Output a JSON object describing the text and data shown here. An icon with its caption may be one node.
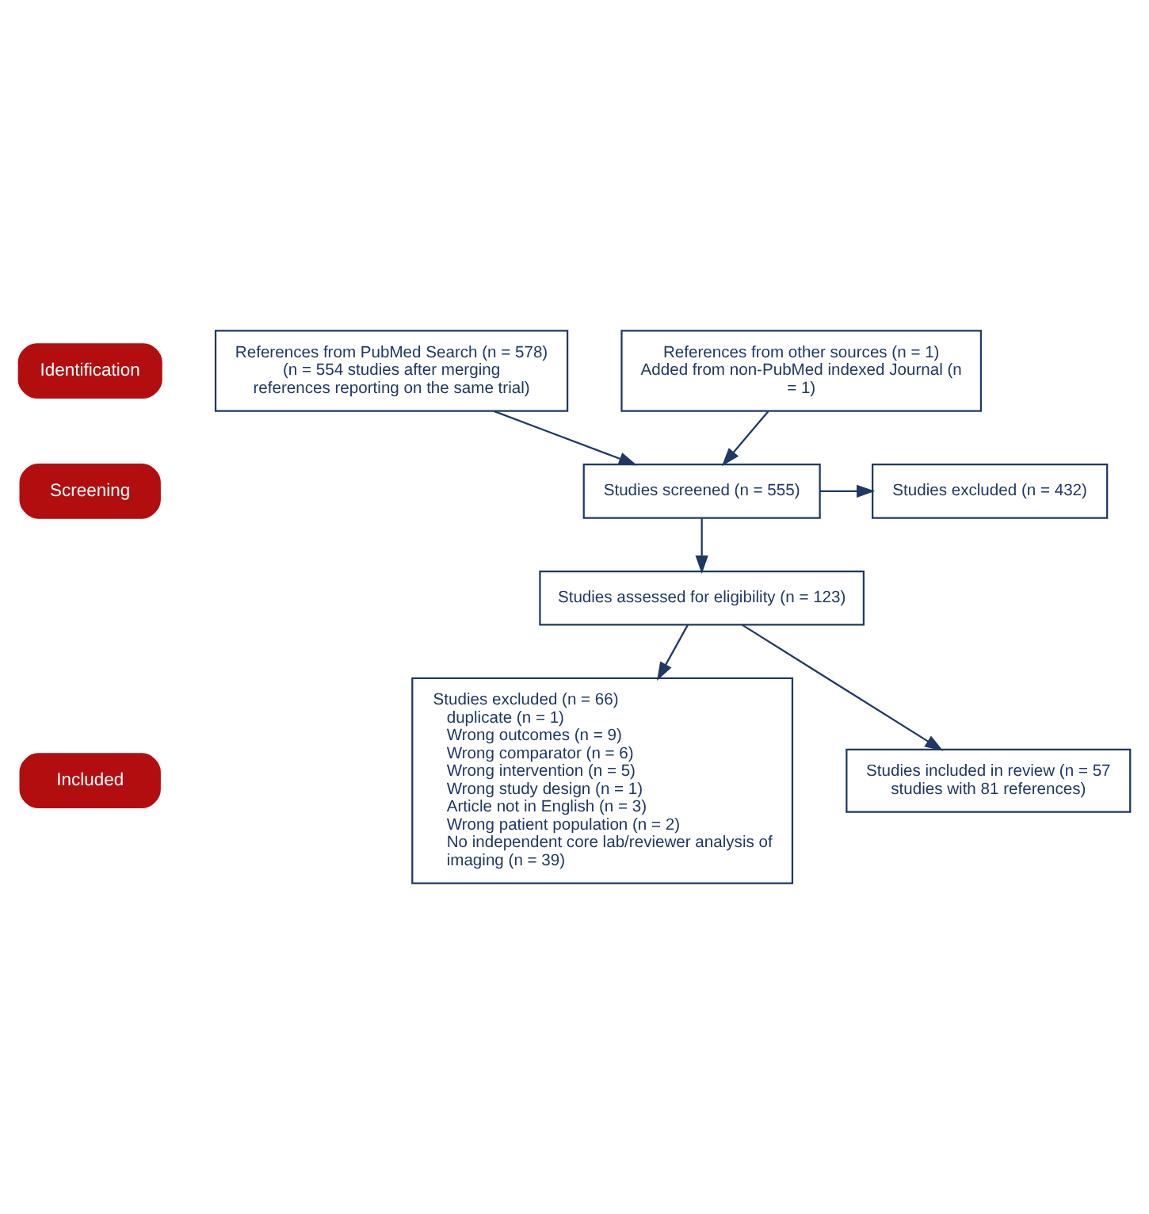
{
  "diagram": {
    "nodes": [
      {
        "text": [
          "Identification"
        ]
      },
      {
        "text": [
          "Screening"
        ]
      },
      {
        "text": [
          "Included"
        ]
      },
      {
        "text": [
          "References from PubMed Search (n = 578)",
          "(n = 554 studies after merging references reporting on the same trial)"
        ]
      },
      {
        "text": [
          "References from other sources (n = 1)",
          "Added from non-PubMed indexed Journal (n = 1)"
        ]
      },
      {
        "text": [
          "Studies screened (n = 555)"
        ]
      },
      {
        "text": [
          "Studies excluded (n = 432)"
        ]
      },
      {
        "text": [
          "Studies assessed for eligibility (n = 123)"
        ]
      },
      {
        "text": [
          "Studies excluded (n = 66)",
          "duplicate (n = 1)",
          "Wrong outcomes (n = 9)",
          "Wrong comparator (n = 6)",
          "Wrong intervention (n = 5)",
          "Wrong study design (n = 1)",
          "Article not in English (n = 3)",
          "Wrong patient population (n = 2)",
          "No independent core lab/reviewer analysis of imaging (n = 39)"
        ]
      },
      {
        "text": [
          "Studies included in review (n = 57 studies with 81 references)"
        ]
      }
    ],
    "edges": [
      {
        "from": 3,
        "to": 5,
        "arrow": "to"
      },
      {
        "from": 4,
        "to": 5,
        "arrow": "to"
      },
      {
        "from": 5,
        "to": 6,
        "arrow": "to"
      },
      {
        "from": 5,
        "to": 7,
        "arrow": "to"
      },
      {
        "from": 7,
        "to": 8,
        "arrow": "to"
      },
      {
        "from": 7,
        "to": 9,
        "arrow": "to"
      }
    ]
  }
}
